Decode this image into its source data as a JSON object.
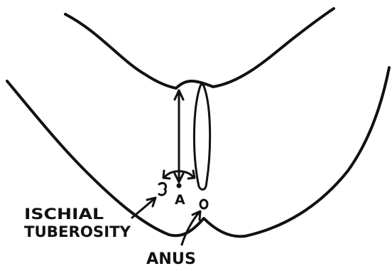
{
  "figure": {
    "labels": {
      "point": "A",
      "ischial_line1": "ISCHIAL",
      "ischial_line2": "TUBEROSITY",
      "anus": "ANUS"
    }
  }
}
